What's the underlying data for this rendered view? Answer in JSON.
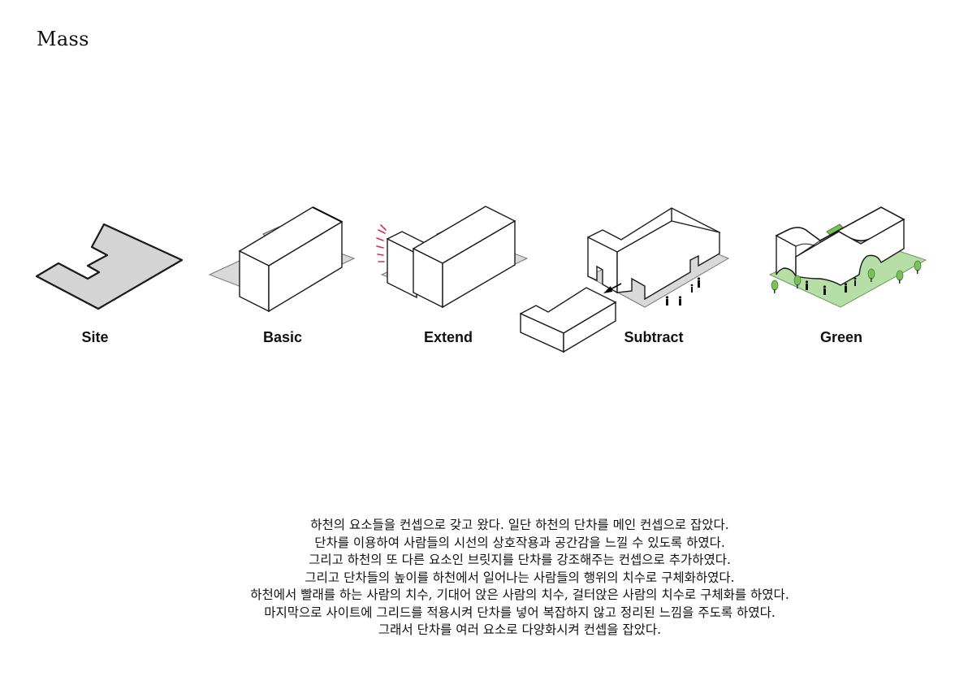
{
  "title": "Mass",
  "stages": [
    {
      "id": "site",
      "label": "Site"
    },
    {
      "id": "basic",
      "label": "Basic"
    },
    {
      "id": "extend",
      "label": "Extend"
    },
    {
      "id": "subtract",
      "label": "Subtract"
    },
    {
      "id": "green",
      "label": "Green"
    }
  ],
  "description": [
    "하천의 요소들을 컨셉으로 갖고 왔다. 일단 하천의 단차를 메인 컨셉으로 잡았다.",
    "단차를 이용하여 사람들의 시선의 상호작용과 공간감을 느낄 수 있도록 하였다.",
    "그리고 하천의 또 다른 요소인 브릿지를 단차를 강조해주는 컨셉으로 추가하였다.",
    "그리고 단차들의 높이를 하천에서 일어나는 사람들의 행위의 치수로 구체화하였다.",
    "하천에서 빨래를 하는 사람의 치수, 기대어 앉은 사람의 치수, 걸터앉은 사람의 치수로 구체화를 하였다.",
    "마지막으로 사이트에 그리드를 적용시켜 단차를 넣어 복잡하지 않고 정리된 느낌을 주도록 하였다.",
    "그래서 단차를 여러 요소로 다양화시켜 컨셉을 잡았다."
  ],
  "colors": {
    "site_fill": "#d4d4d4",
    "ground_fill": "#d9d9d9",
    "mass_fill": "#ffffff",
    "stroke": "#1a1a1a",
    "green_fill": "#b5dfa7",
    "tree_fill": "#7cc05a",
    "accent_red": "#d9304a"
  }
}
